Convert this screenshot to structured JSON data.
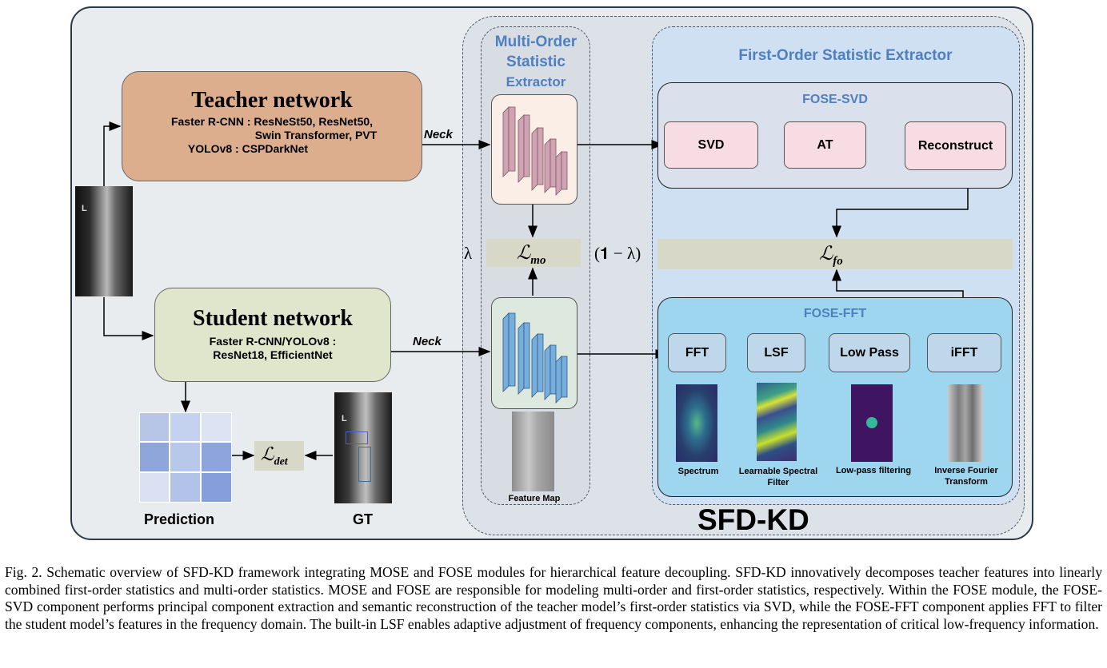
{
  "teacher": {
    "title": "Teacher network",
    "line1": "Faster R-CNN : ResNeSt50, ResNet50,",
    "line2": "Swin Transformer, PVT",
    "line3": "YOLOv8 : CSPDarkNet"
  },
  "student": {
    "title": "Student network",
    "line1": "Faster R-CNN/YOLOv8 :",
    "line2": "ResNet18, EfficientNet"
  },
  "neck_label": "Neck",
  "mose": {
    "title_line1": "Multi-Order",
    "title_line2": "Statistic",
    "title_line3": "Extractor",
    "loss_label": "ℒ",
    "loss_sub": "mo",
    "feature_map_label": "Feature Map"
  },
  "weights": {
    "lambda": "λ",
    "one_minus_lambda": "(𝟏 − λ)"
  },
  "fose": {
    "title": "First-Order Statistic Extractor",
    "svd_title": "FOSE-SVD",
    "svd_ops": [
      "SVD",
      "AT",
      "Reconstruct"
    ],
    "fft_title": "FOSE-FFT",
    "fft_ops": [
      "FFT",
      "LSF",
      "Low Pass",
      "iFFT"
    ],
    "fft_captions": [
      "Spectrum",
      "Learnable Spectral Filter",
      "Low-pass filtering",
      "Inverse Fourier Transform"
    ],
    "loss_label": "ℒ",
    "loss_sub": "fo"
  },
  "det": {
    "loss_label": "ℒ",
    "loss_sub": "det",
    "prediction_label": "Prediction",
    "gt_label": "GT"
  },
  "framework_label": "SFD-KD",
  "caption": "Fig. 2. Schematic overview of SFD-KD framework integrating MOSE and FOSE modules for hierarchical feature decoupling. SFD-KD innovatively decomposes teacher features into linearly combined first-order statistics and multi-order statistics. MOSE and FOSE are responsible for modeling multi-order and first-order statistics, respectively. Within the FOSE module, the FOSE-SVD component performs principal component extraction and semantic reconstruction of the teacher model’s first-order statistics via SVD, while the FOSE-FFT component applies FFT to filter the student model’s features in the frequency domain. The built-in LSF enables adaptive adjustment of frequency components, enhancing the representation of critical low-frequency information.",
  "colors": {
    "teacher_fill": "#dcae8e",
    "student_fill": "#dfe6cc",
    "region_title": "#4f7fbf",
    "teacher_cube": "#c99aa9",
    "student_cube": "#6fa3cf",
    "fft_panel": "#9fd6ef"
  }
}
